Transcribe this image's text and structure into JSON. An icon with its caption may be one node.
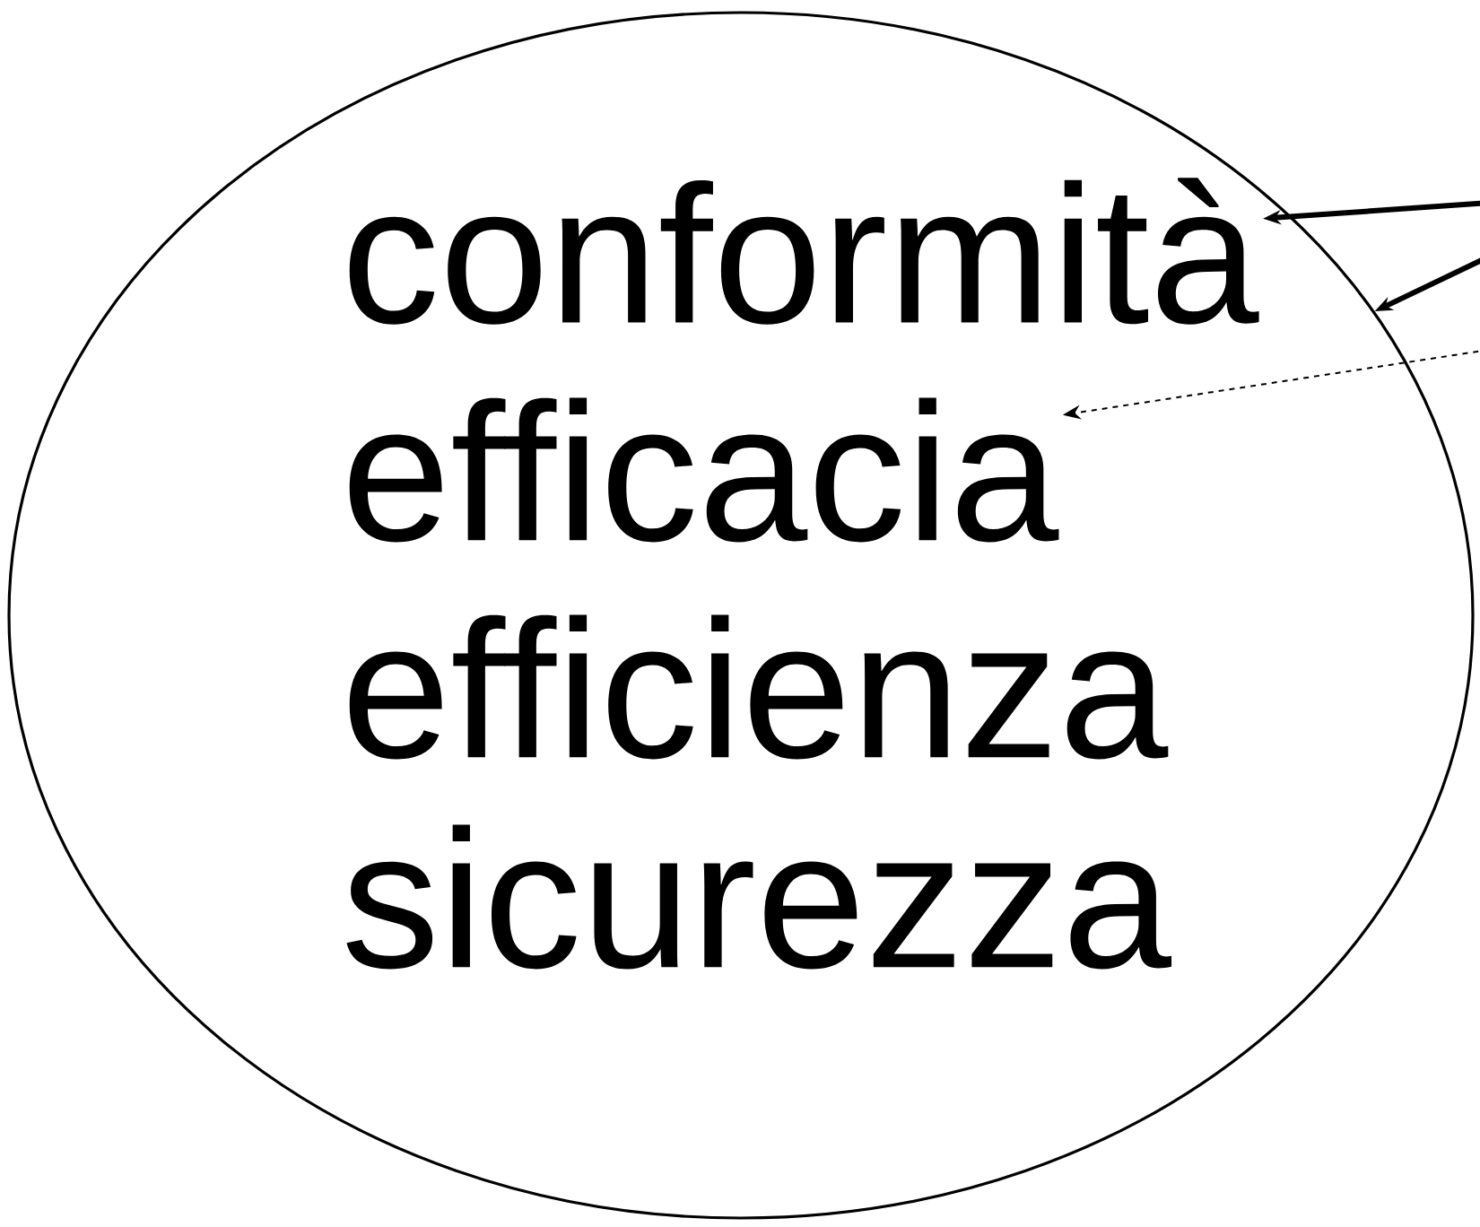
{
  "diagram": {
    "nodes": [
      {
        "text": [],
        "shape": "ellipse"
      },
      {
        "text": [
          "conformità"
        ],
        "in": 0
      },
      {
        "text": [
          "efficacia"
        ],
        "in": 0
      },
      {
        "text": [
          "efficienza"
        ],
        "in": 0
      },
      {
        "text": [
          "sicurezza"
        ],
        "in": 0
      }
    ],
    "edges": [
      {
        "from": null,
        "to": 1,
        "arrow": "to"
      },
      {
        "from": null,
        "to": 0,
        "arrow": "to"
      },
      {
        "from": null,
        "to": 2,
        "arrow": "to",
        "style": "dashed"
      }
    ]
  }
}
